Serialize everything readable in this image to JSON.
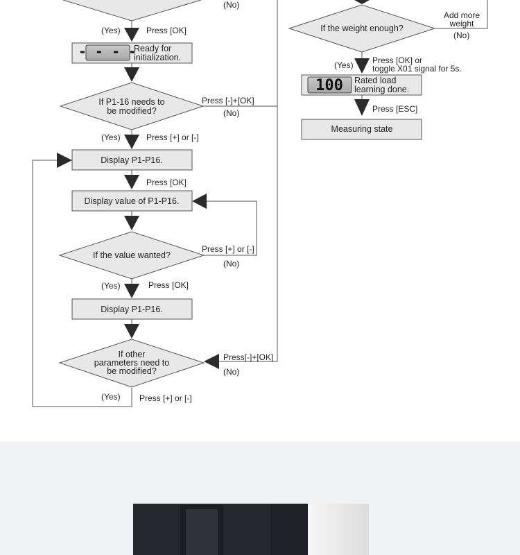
{
  "diagram": {
    "top_no": "(No)",
    "left": {
      "yes_1": "(Yes)",
      "press_ok_1": "Press [OK]",
      "ready_display": "- - - -",
      "ready_line1": "Ready for",
      "ready_line2": "initialization.",
      "dec_p116_line1": "If P1-16 needs to",
      "dec_p116_line2": "be modified?",
      "press_minus_plus_ok_1": "Press [-]+[OK]",
      "no_1": "(No)",
      "yes_2": "(Yes)",
      "press_plus_minus_1": "Press [+] or [-]",
      "display_p116_1": "Display P1-P16.",
      "press_ok_2": "Press [OK]",
      "display_value": "Display value of P1-P16.",
      "dec_value": "If the value wanted?",
      "press_plus_minus_2": "Press [+] or [-]",
      "no_2": "(No)",
      "yes_3": "(Yes)",
      "press_ok_3": "Press [OK]",
      "display_p116_2": "Display P1-P16.",
      "dec_other_line1": "If other",
      "dec_other_line2": "parameters need to",
      "dec_other_line3": "be modified?",
      "press_minus_plus_ok_2": "Press[-]+[OK]",
      "no_3": "(No)",
      "yes_4": "(Yes)",
      "press_plus_minus_3": "Press [+] or [-]"
    },
    "right": {
      "dec_weight": "If the weight enough?",
      "add_weight_line1": "Add more",
      "add_weight_line2": "weight",
      "no": "(No)",
      "yes": "(Yes)",
      "press_ok_line1": "Press [OK] or",
      "press_ok_line2": "toggle X01 signal for 5s.",
      "rated_display": "100",
      "rated_line1": "Rated load",
      "rated_line2": "learning done.",
      "press_esc": "Press [ESC]",
      "measuring": "Measuring state"
    }
  },
  "colors": {
    "box_fill": "#e8e8e8",
    "line": "#555555",
    "arrow": "#2b2b2b",
    "photo_bg": "#f1f2f4"
  }
}
